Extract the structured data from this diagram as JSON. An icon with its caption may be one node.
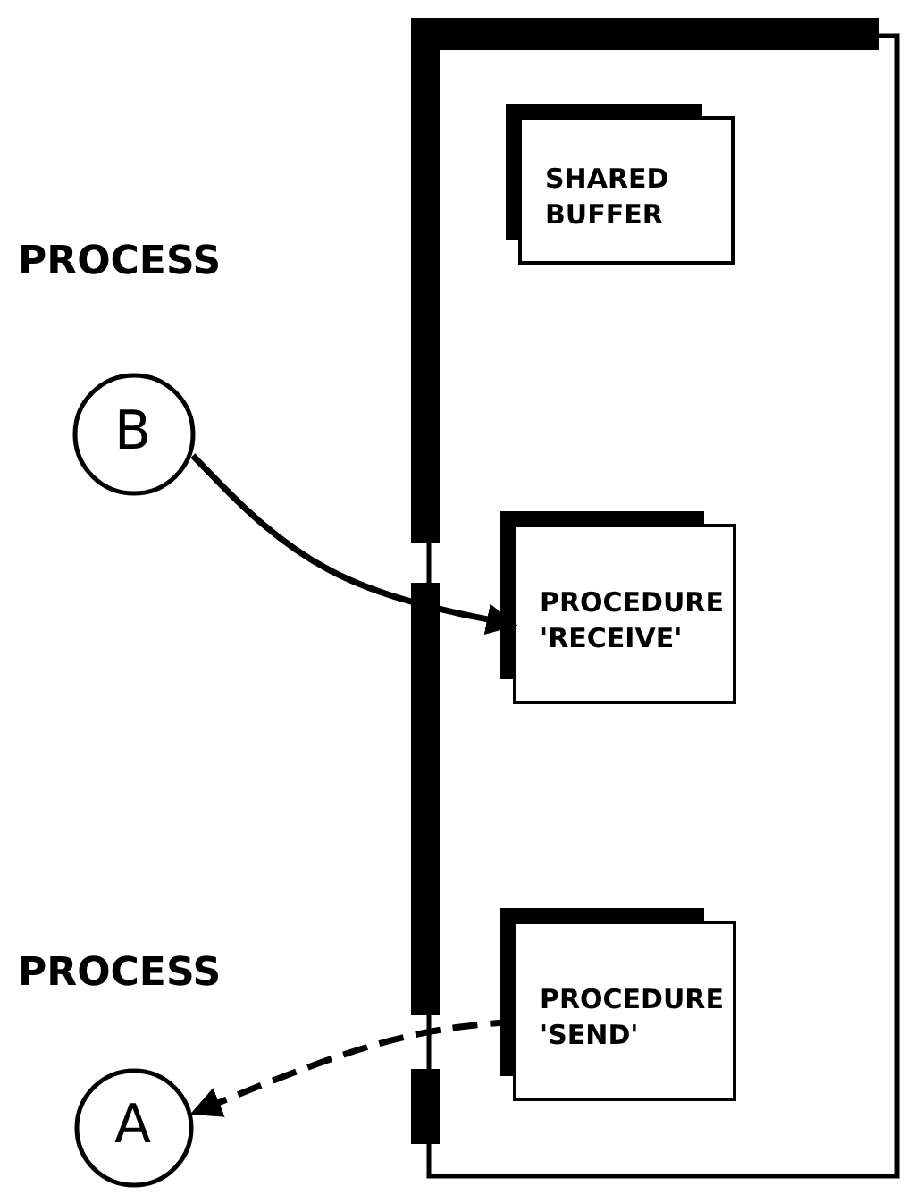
{
  "diagram": {
    "nodes": [
      {
        "text": [],
        "shape": "box"
      },
      {
        "text": [
          "SHARED BUFFER"
        ],
        "in": 0
      },
      {
        "text": [
          "PROCEDURE 'RECEIVE'"
        ],
        "in": 0
      },
      {
        "text": [
          "PROCEDURE 'SEND'"
        ],
        "in": 0
      },
      {
        "text": [
          "PROCESS",
          "B"
        ]
      },
      {
        "text": [
          "PROCESS",
          "A"
        ]
      }
    ],
    "edges": [
      {
        "from": 4,
        "to": 2,
        "arrow": "to"
      },
      {
        "from": 3,
        "to": 5,
        "arrow": "to",
        "style": "dashed"
      }
    ]
  }
}
